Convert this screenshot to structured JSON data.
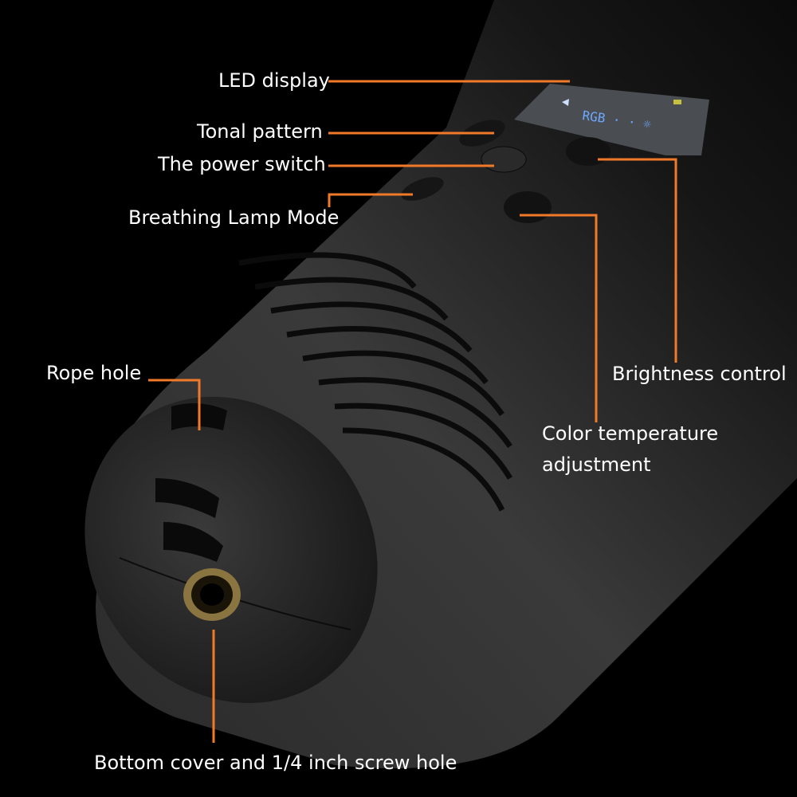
{
  "labels": {
    "led_display": "LED display",
    "tonal_pattern": "Tonal pattern",
    "power_switch": "The power switch",
    "breathing_lamp_mode": "Breathing Lamp Mode",
    "rope_hole": "Rope hole",
    "brightness_control": "Brightness control",
    "color_temperature_line1": "Color temperature",
    "color_temperature_line2": "adjustment",
    "bottom_cover": "Bottom cover and 1/4 inch screw hole"
  },
  "colors": {
    "callout": "#f07a2a",
    "body": "#1c1c1c",
    "screen_text": "#6fa8ff"
  }
}
